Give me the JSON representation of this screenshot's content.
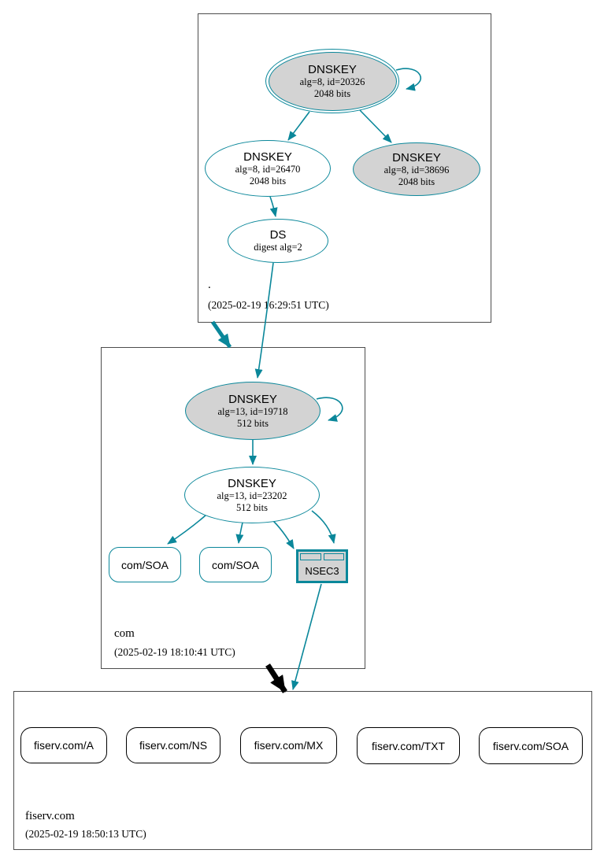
{
  "colors": {
    "secure_teal": "#0a879a",
    "node_fill_gray": "#d3d3d3",
    "node_fill_white": "#ffffff",
    "zone_border_gray": "#4d4d4d",
    "delegation_black": "#000000"
  },
  "zones": {
    "root": {
      "label": ".",
      "timestamp": "(2025-02-19 16:29:51 UTC)",
      "ksk": {
        "title": "DNSKEY",
        "detail1": "alg=8, id=20326",
        "detail2": "2048 bits"
      },
      "zsk": {
        "title": "DNSKEY",
        "detail1": "alg=8, id=26470",
        "detail2": "2048 bits"
      },
      "ksk2": {
        "title": "DNSKEY",
        "detail1": "alg=8, id=38696",
        "detail2": "2048 bits"
      },
      "ds": {
        "title": "DS",
        "detail1": "digest alg=2"
      }
    },
    "com": {
      "label": "com",
      "timestamp": "(2025-02-19 18:10:41 UTC)",
      "ksk": {
        "title": "DNSKEY",
        "detail1": "alg=13, id=19718",
        "detail2": "512 bits"
      },
      "zsk": {
        "title": "DNSKEY",
        "detail1": "alg=13, id=23202",
        "detail2": "512 bits"
      },
      "soa1": {
        "label": "com/SOA"
      },
      "soa2": {
        "label": "com/SOA"
      },
      "nsec3": {
        "label": "NSEC3"
      }
    },
    "fiserv": {
      "label": "fiserv.com",
      "timestamp": "(2025-02-19 18:50:13 UTC)",
      "rrsets": [
        {
          "label": "fiserv.com/A"
        },
        {
          "label": "fiserv.com/NS"
        },
        {
          "label": "fiserv.com/MX"
        },
        {
          "label": "fiserv.com/TXT"
        },
        {
          "label": "fiserv.com/SOA"
        }
      ]
    }
  }
}
